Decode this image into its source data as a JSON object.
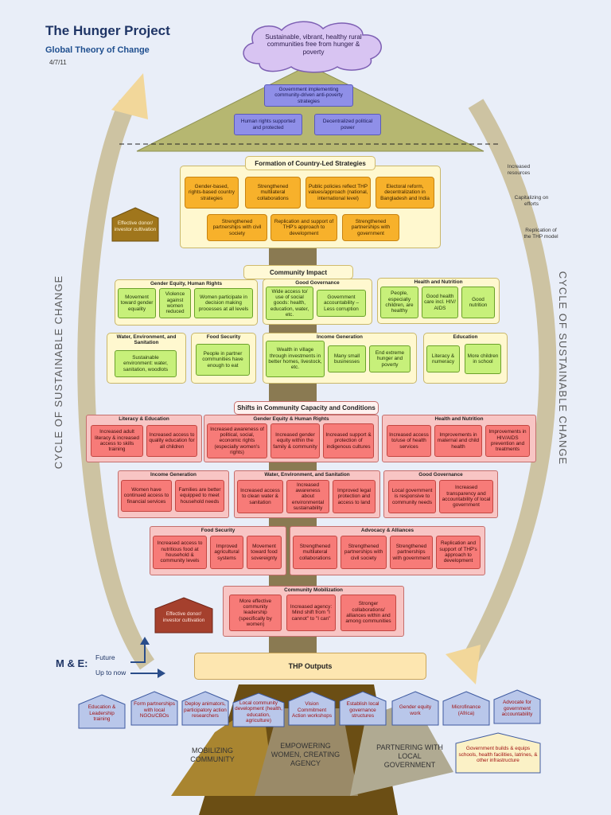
{
  "header": {
    "title": "The Hunger Project",
    "subtitle": "Global Theory of Change",
    "date": "4/7/11"
  },
  "cloud": "Sustainable, vibrant, healthy rural communities free from hunger & poverty",
  "top_triangle": {
    "top": "Government implementing community-driven anti-poverty strategies",
    "left": "Human rights supported and protected",
    "right": "Decentralized political power"
  },
  "country": {
    "title": "Formation of Country-Led Strategies",
    "row1": [
      "Gender-based, rights-based country strategies",
      "Strengthened multilateral collaborations",
      "Public policies reflect THP values/approach (national, international level)",
      "Electoral reform, decentralization in Bangladesh and India"
    ],
    "row2": [
      "Strengthened partnerships with civil society",
      "Replication and support of THP's approach to development",
      "Strengthened partnerships with government"
    ]
  },
  "donor_top": "Effective donor/ investor cultivation",
  "donor_bottom": "Effective donor/ investor cultivation",
  "right_notes": [
    "Increased resources",
    "Capitalizing on efforts",
    "Replication of the THP model"
  ],
  "cycle_left": "CYCLE OF SUSTAINABLE CHANGE",
  "cycle_right": "CYCLE OF SUSTAINABLE CHANGE",
  "community_impact": {
    "title": "Community Impact",
    "gender": {
      "title": "Gender Equity, Human Rights",
      "items": [
        "Movement toward gender equality",
        "Violence against women reduced",
        "Women participate in decision making processes at all levels"
      ]
    },
    "governance": {
      "title": "Good Governance",
      "items": [
        "Wide access to/ use of social goods: health, education, water, etc.",
        "Government accountability – Less corruption"
      ]
    },
    "health": {
      "title": "Health and Nutrition",
      "items": [
        "People, especially children, are healthy",
        "Good health care incl. HIV/ AIDS",
        "Good nutrition"
      ]
    },
    "water": {
      "title": "Water, Environment, and Sanitation",
      "items": [
        "Sustainable environment: water, sanitation, woodlots"
      ]
    },
    "food": {
      "title": "Food Security",
      "items": [
        "People in partner communities have enough to eat"
      ]
    },
    "income": {
      "title": "Income Generation",
      "items": [
        "Wealth in village through investments in better homes, livestock, etc.",
        "Many small businesses",
        "End extreme hunger and poverty"
      ]
    },
    "education": {
      "title": "Education",
      "items": [
        "Literacy & numeracy",
        "More children in school"
      ]
    }
  },
  "shifts": {
    "title": "Shifts in Community Capacity and Conditions",
    "literacy": {
      "title": "Literacy & Education",
      "items": [
        "Increased adult literacy & increased access to skills training",
        "Increased access to quality education for all children"
      ]
    },
    "gender": {
      "title": "Gender Equity & Human Rights",
      "items": [
        "Increased awareness of political, social, economic rights (especially women's rights)",
        "Increased gender equity within the family & community",
        "Increased support & protection of indigenous cultures"
      ]
    },
    "health": {
      "title": "Health and Nutrition",
      "items": [
        "Increased access to/use of health services",
        "Improvements in maternal and child health",
        "Improvements in HIV/AIDS prevention and treatments"
      ]
    },
    "income": {
      "title": "Income Generation",
      "items": [
        "Women have continued access to financial services",
        "Families are better equipped to meet household needs"
      ]
    },
    "water": {
      "title": "Water, Environment, and Sanitation",
      "items": [
        "Increased access to clean water & sanitation",
        "Increased awareness about environmental sustainability",
        "Improved legal protection and access to land"
      ]
    },
    "governance": {
      "title": "Good Governance",
      "items": [
        "Local government is responsive to community needs",
        "Increased transparency and accountability of local government"
      ]
    },
    "food": {
      "title": "Food Security",
      "items": [
        "Increased access to nutritious food at household & community levels",
        "Improved agricultural systems",
        "Movement toward food sovereignty"
      ]
    },
    "advocacy": {
      "title": "Advocacy & Alliances",
      "items": [
        "Strengthened multilateral collaborations",
        "Strengthened partnerships with civil society",
        "Strengthened partnerships with government",
        "Replication and support of THP's approach to development"
      ]
    },
    "mobilization": {
      "title": "Community Mobilization",
      "items": [
        "More effective community leadership (specifically by women)",
        "Increased agency: Mind shift from \"I cannot\" to \"I can\"",
        "Stronger collaborations/ alliances within and among communities"
      ]
    }
  },
  "me": {
    "label": "M & E:",
    "future": "Future",
    "up_to_now": "Up to now"
  },
  "outputs": "THP Outputs",
  "output_items": [
    "Education & Leadership training",
    "Form partnerships with local NGOs/CBOs",
    "Deploy animators, participatory action researchers",
    "Local community development (health, education, agriculture)",
    "Vision Commitment Action workshops",
    "Establish local governance structures",
    "Gender equity work",
    "Microfinance (Africa)",
    "Advocate for government accountability"
  ],
  "gov_builds": "Government builds & equips schools, health facilities, latrines, & other infrastructure",
  "roots": [
    "MOBILIZING COMMUNITY",
    "EMPOWERING WOMEN, CREATING AGENCY",
    "PARTNERING WITH LOCAL GOVERNMENT"
  ],
  "colors": {
    "purple": "#8f8fe8",
    "orange": "#f7b12b",
    "green": "#c7f07a",
    "red": "#f77b78",
    "trunk": "#8a7a52"
  }
}
